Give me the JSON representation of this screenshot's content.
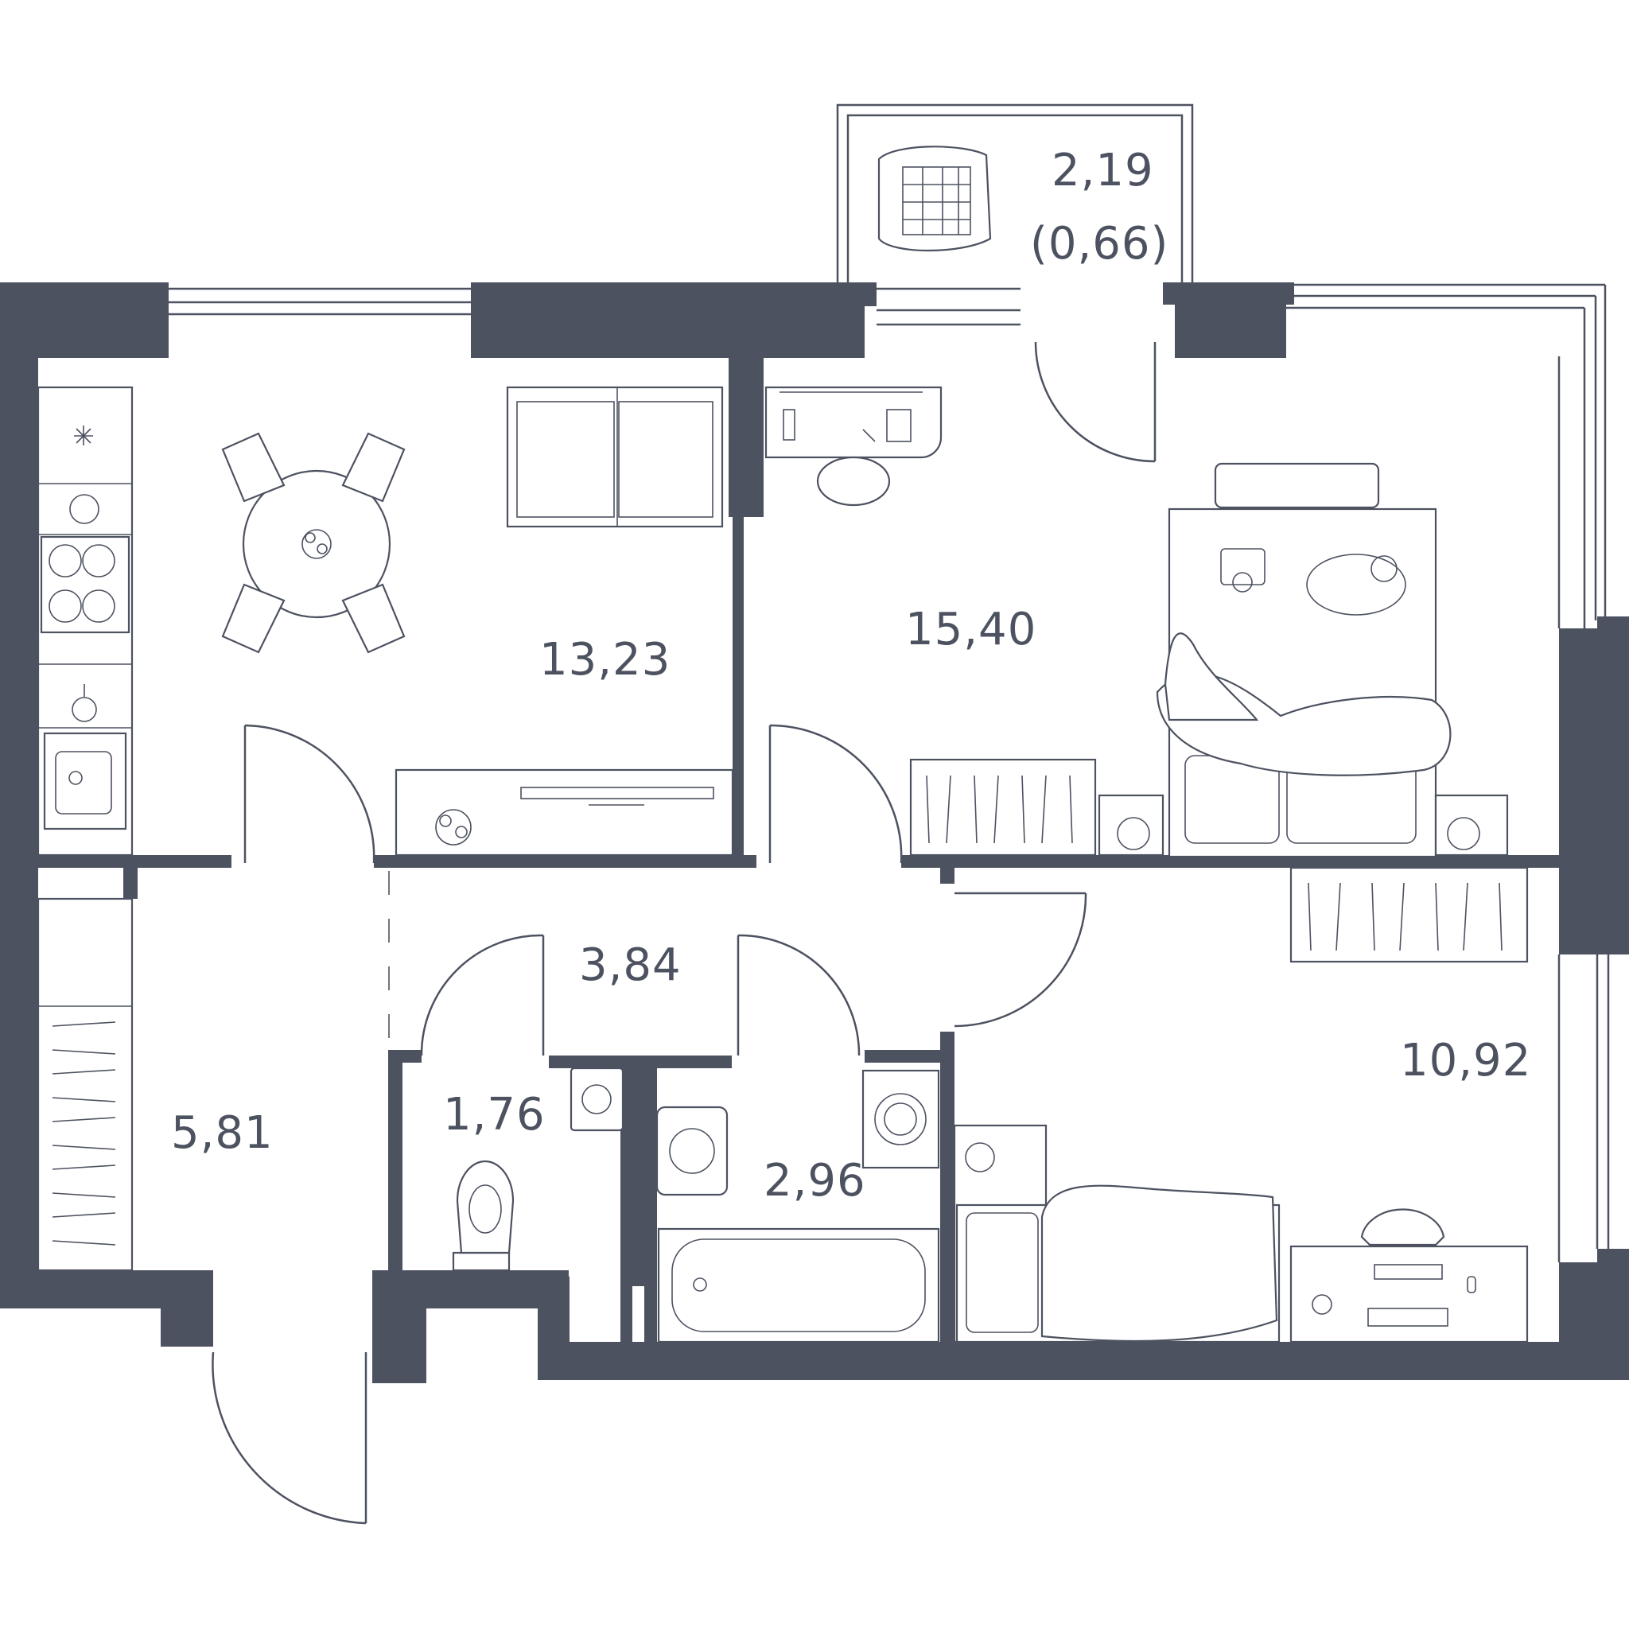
{
  "plan": {
    "colors": {
      "wall": "#4d5260",
      "background": "#ffffff"
    },
    "rooms": [
      {
        "id": "balcony",
        "area": "2,19",
        "area_note": "(0,66)"
      },
      {
        "id": "kitchen",
        "area": "13,23"
      },
      {
        "id": "bedroom-1",
        "area": "15,40"
      },
      {
        "id": "hall",
        "area": "3,84"
      },
      {
        "id": "bedroom-2",
        "area": "10,92"
      },
      {
        "id": "entrance",
        "area": "5,81"
      },
      {
        "id": "wc",
        "area": "1,76"
      },
      {
        "id": "bathroom",
        "area": "2,96"
      }
    ],
    "icons": [
      "laundry-basket-icon",
      "dining-table-icon",
      "sofa-icon",
      "tv-stand-icon",
      "kitchen-counter-icon",
      "hob-icon",
      "sink-icon",
      "desk-icon",
      "double-bed-icon",
      "cat-icon",
      "radiator-icon",
      "fan-icon",
      "toilet-icon",
      "washbasin-icon",
      "washing-machine-icon",
      "bathtub-icon",
      "wardrobe-icon",
      "single-bed-icon",
      "computer-desk-icon",
      "door-swing-icon"
    ]
  }
}
